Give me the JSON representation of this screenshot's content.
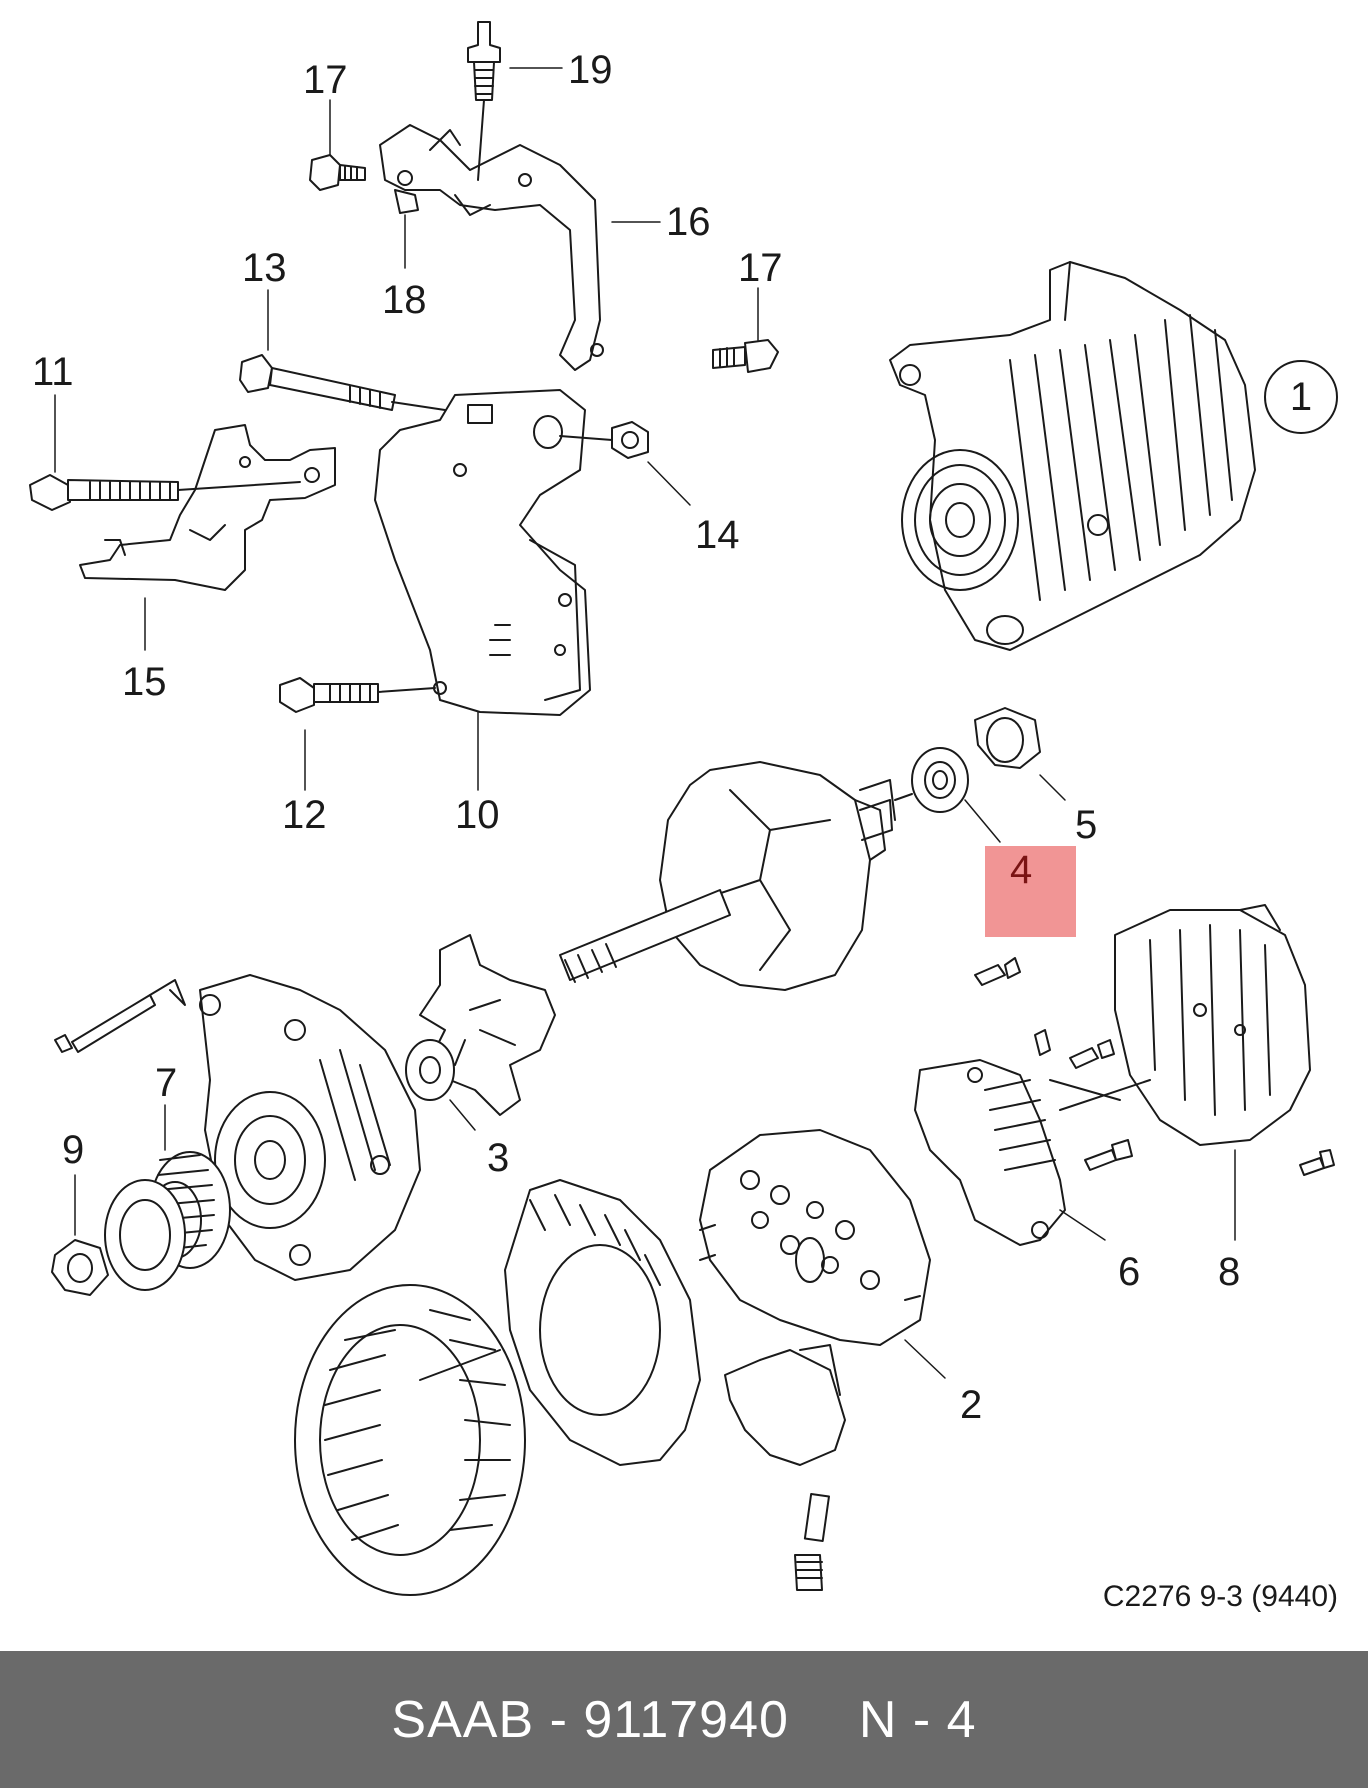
{
  "diagram": {
    "drawing_code": "C2276 9-3 (9440)",
    "assembly_number": "1",
    "highlight_number": "4",
    "callouts": {
      "c2": "2",
      "c3": "3",
      "c4": "4",
      "c5": "5",
      "c6": "6",
      "c7": "7",
      "c8": "8",
      "c9": "9",
      "c10": "10",
      "c11": "11",
      "c12": "12",
      "c13": "13",
      "c14": "14",
      "c15": "15",
      "c16": "16",
      "c17a": "17",
      "c17b": "17",
      "c18": "18",
      "c19": "19"
    },
    "highlight_color": "#f08c8c"
  },
  "footer": {
    "brand_part": "SAAB - 9117940",
    "position": "N - 4",
    "background": "#6a6a6a"
  }
}
